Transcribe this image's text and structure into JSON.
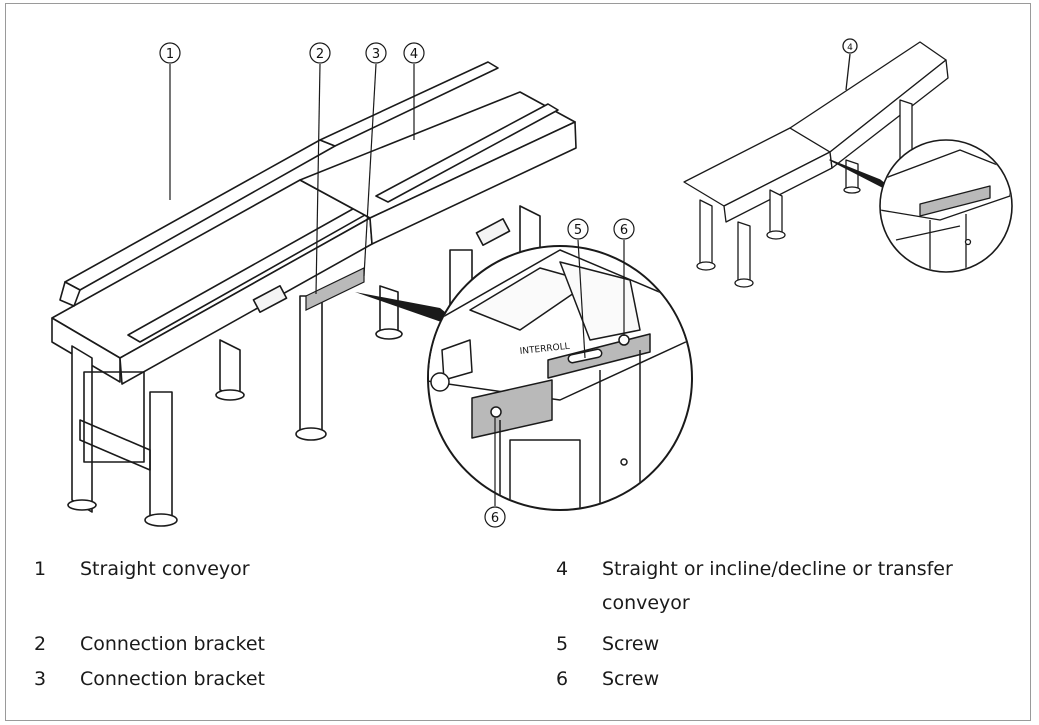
{
  "figure": {
    "callouts": {
      "c1": "1",
      "c2": "2",
      "c3": "3",
      "c4": "4",
      "c5": "5",
      "c6a": "6",
      "c6b": "6",
      "small_c4": "4"
    },
    "brand_text": "INTERROLL"
  },
  "legend": {
    "items": [
      {
        "num": "1",
        "text": "Straight conveyor"
      },
      {
        "num": "2",
        "text": "Connection bracket"
      },
      {
        "num": "3",
        "text": "Connection bracket"
      },
      {
        "num": "4",
        "text": "Straight or incline/decline or transfer conveyor"
      },
      {
        "num": "5",
        "text": "Screw"
      },
      {
        "num": "6",
        "text": "Screw"
      }
    ]
  },
  "colors": {
    "line": "#1a1a1a",
    "highlight": "#b9b9b9",
    "frame": "#9a9a9a"
  }
}
